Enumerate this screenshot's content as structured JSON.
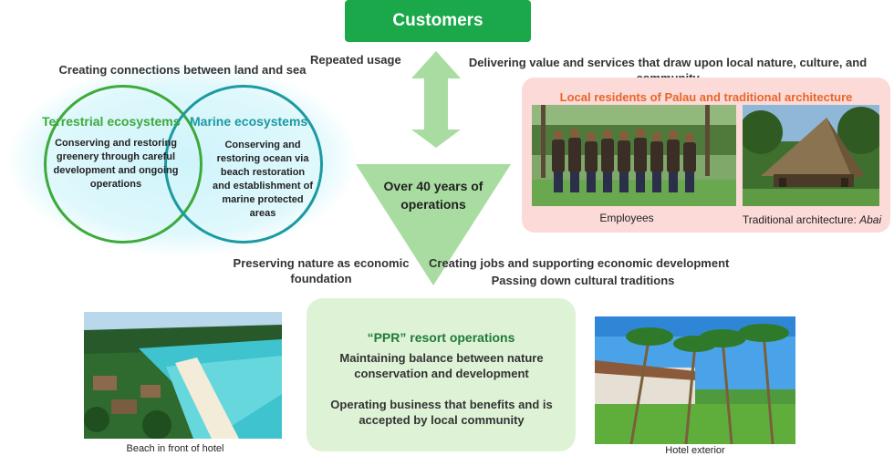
{
  "customers": "Customers",
  "labels": {
    "repeated_usage": "Repeated usage",
    "delivering": "Delivering value and services that draw upon local nature, culture, and community",
    "connections": "Creating connections between land and sea",
    "over_40": "Over 40 years of operations",
    "preserving": "Preserving nature as economic foundation",
    "creating_jobs": "Creating jobs and supporting economic development",
    "passing_down": "Passing down cultural traditions"
  },
  "terrestrial": {
    "title": "Terrestrial ecosystems",
    "text": "Conserving and restoring greenery through careful development and ongoing operations"
  },
  "marine": {
    "title": "Marine ecosystems",
    "text": "Conserving and restoring ocean via beach restoration and establishment of marine protected areas"
  },
  "local": {
    "title": "Local residents of Palau and traditional architecture",
    "employees_caption": "Employees",
    "architecture_caption_prefix": "Traditional architecture: ",
    "architecture_caption_italic": "Abai"
  },
  "ppr": {
    "title": "“PPR” resort operations",
    "line1": "Maintaining balance between nature conservation and development",
    "line2": "Operating business that benefits and is accepted by local community"
  },
  "photos": {
    "beach_caption": "Beach in front of hotel",
    "hotel_caption": "Hotel exterior"
  },
  "colors": {
    "customers_bg": "#1aa84a",
    "arrow": "#a8dca0",
    "terrestrial": "#3daa3a",
    "marine": "#1b9aa1",
    "pink_panel": "#fbdad8",
    "orange_title": "#e8662a",
    "ppr_panel": "#def2d6",
    "ppr_title": "#1f7a3a"
  }
}
